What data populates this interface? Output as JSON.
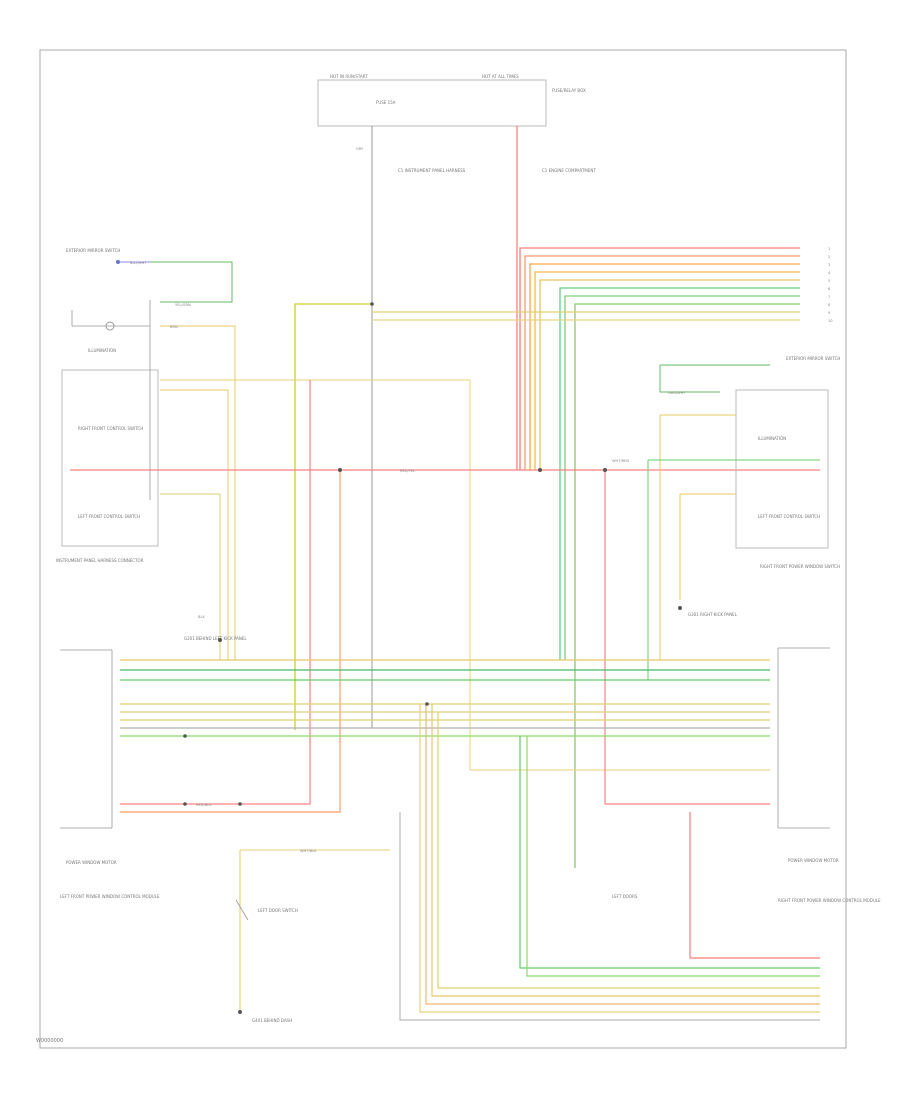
{
  "diagram": {
    "footer_code": "W0000000",
    "components": {
      "fuse_box": {
        "title": "HOT IN RUN/START",
        "sub": "FUSE 15A",
        "right_title": "HOT AT ALL TIMES",
        "right_label": "FUSE/RELAY BOX"
      },
      "left_splice": "C1 INSTRUMENT PANEL HARNESS",
      "right_splice": "C1 ENGINE COMPARTMENT",
      "left_mirror_switch": "EXTERIOR MIRROR SWITCH",
      "left_illumination": "ILLUMINATION",
      "left_front_switch": "RIGHT FRONT CONTROL SWITCH",
      "left_front_lower": "LEFT FRONT CONTROL SWITCH",
      "left_door_block": "INSTRUMENT PANEL HARNESS CONNECTOR",
      "ground_left": "G201 BEHIND LEFT KICK PANEL",
      "right_mirror_switch": "EXTERIOR MIRROR SWITCH",
      "right_illumination": "ILLUMINATION",
      "right_front_switch": "LEFT FRONT CONTROL SWITCH",
      "right_front_lower": "RIGHT FRONT POWER WINDOW SWITCH",
      "ground_right": "G301 RIGHT KICK PANEL",
      "left_motor_module": "LEFT FRONT POWER WINDOW CONTROL MODULE",
      "left_motor": "POWER WINDOW MOTOR",
      "right_motor_module": "RIGHT FRONT POWER WINDOW CONTROL MODULE",
      "right_motor": "POWER WINDOW MOTOR",
      "door_switch": "LEFT DOOR SWITCH",
      "door_ground": "G401 BEHIND DASH",
      "left_doors": "LEFT DOORS"
    },
    "wire_labels": {
      "red_yel": "RED/YEL",
      "wht_red": "WHT/RED",
      "red_blu": "RED/BLU",
      "yel_grn": "YEL/GRN",
      "blu_wht": "BLU/WHT",
      "grn_wht": "GRN/WHT",
      "brn": "BRN",
      "blk": "BLK",
      "wht_blk": "WHT/BLK",
      "gry": "GRY"
    }
  }
}
